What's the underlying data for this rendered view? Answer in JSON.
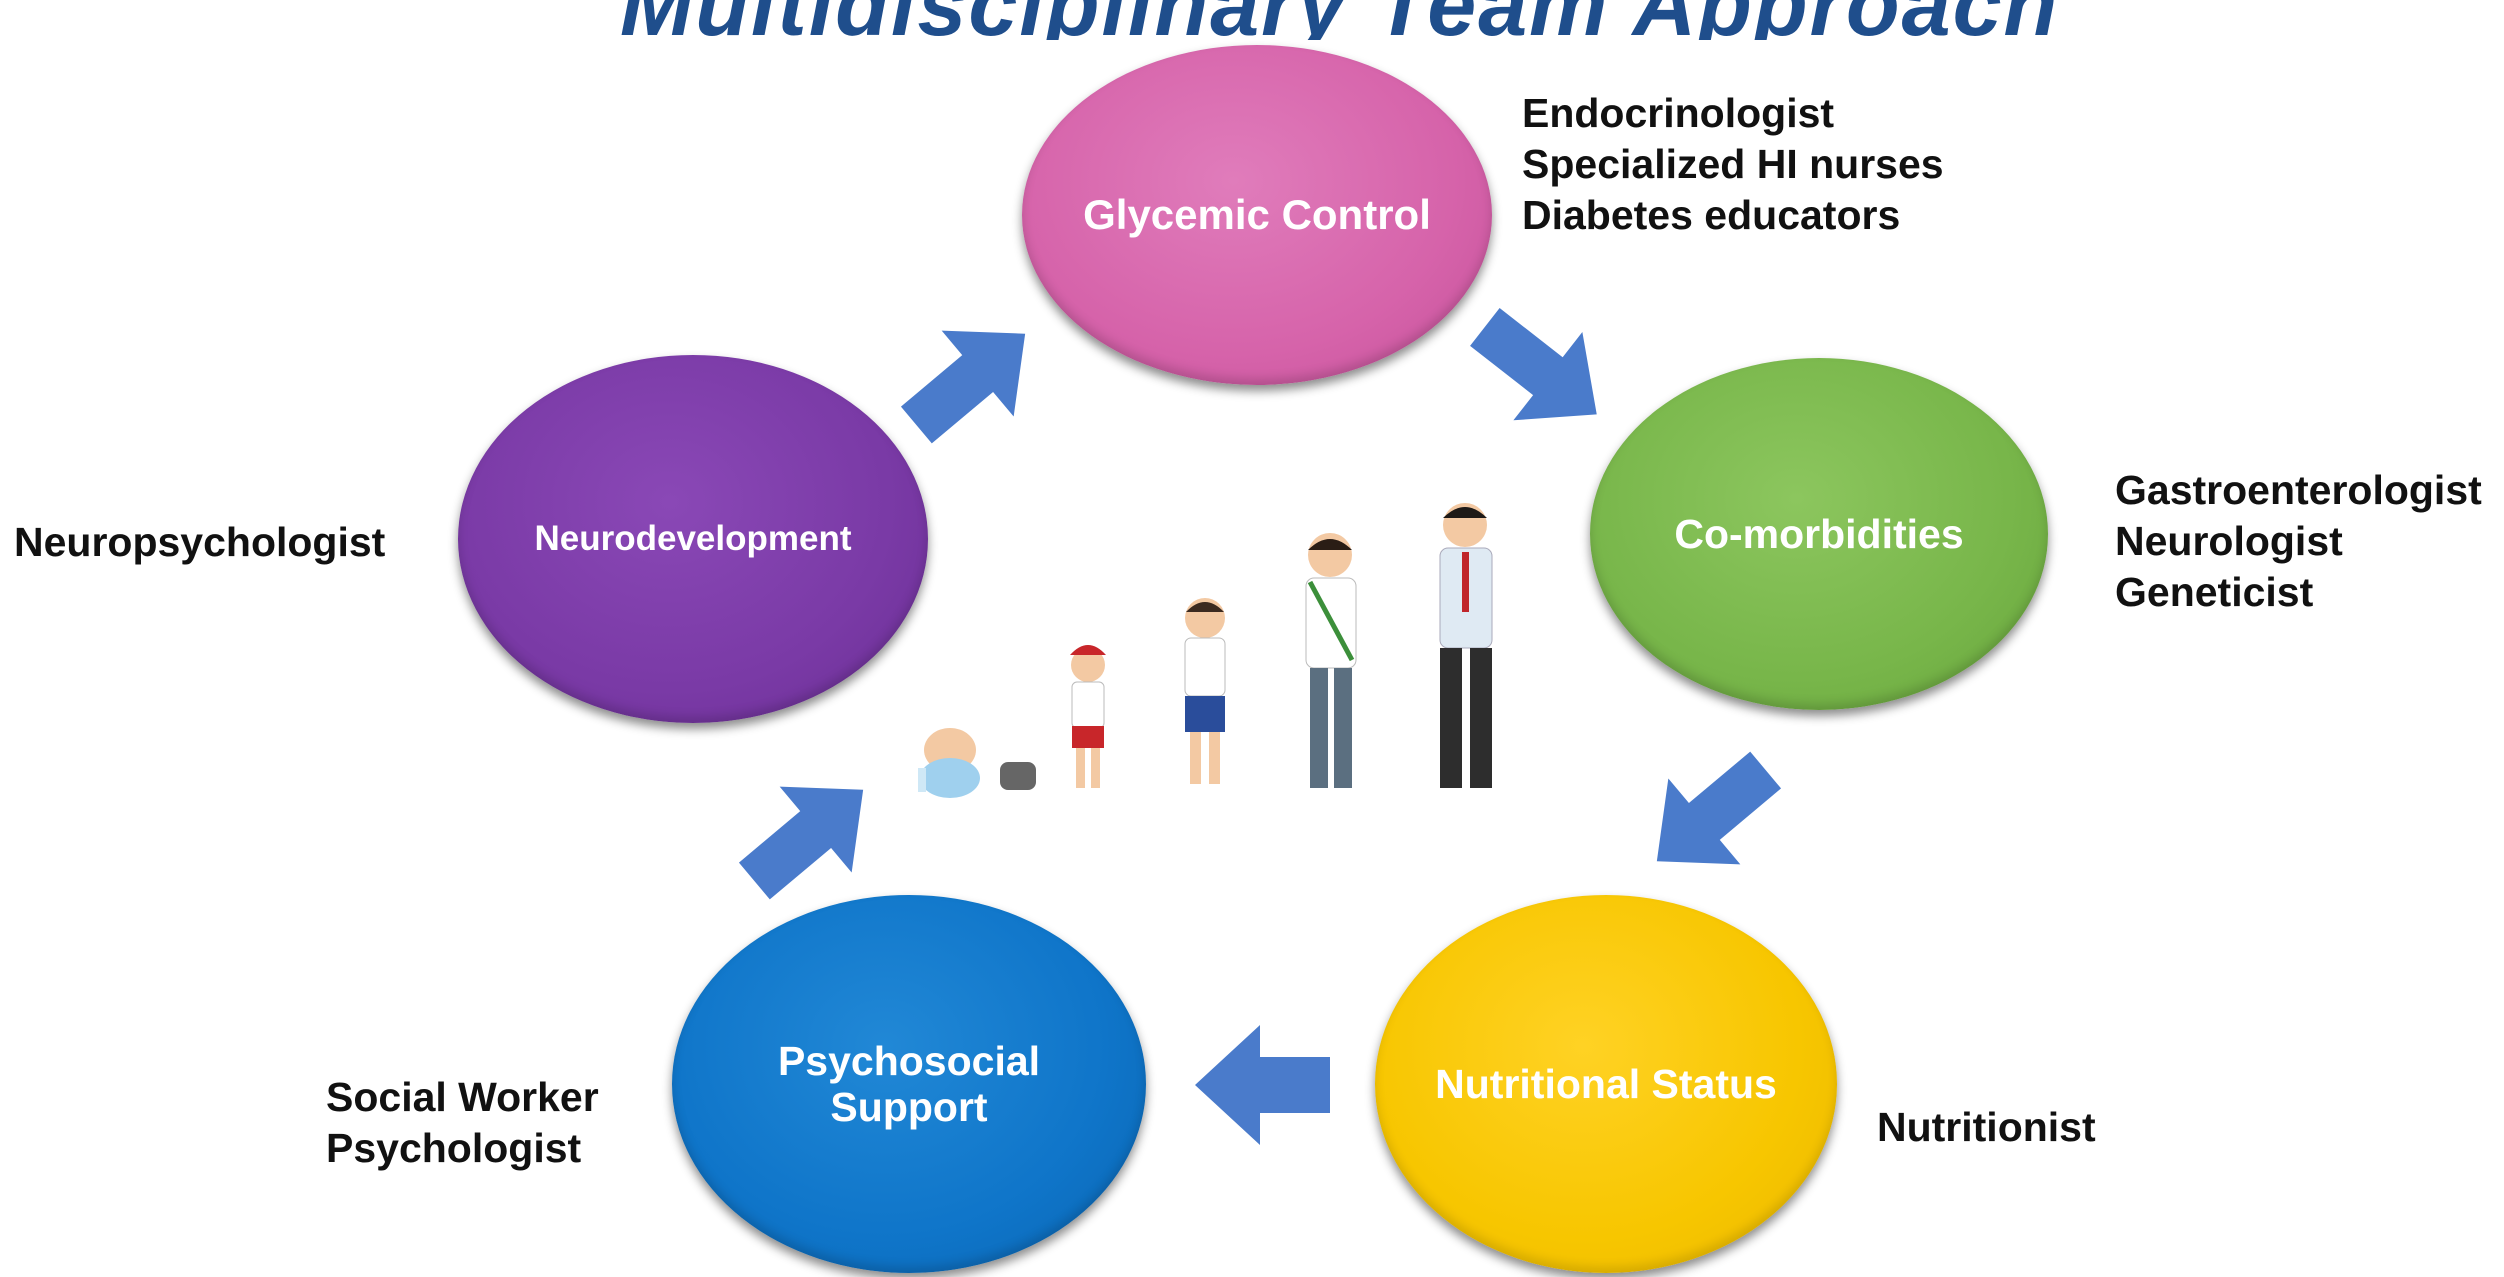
{
  "partial_title": "Multidisciplinary Team Approach",
  "colors": {
    "arrow": "#4a7bcb",
    "glycemic": "#d966ac",
    "comorbidities": "#7dbb4e",
    "nutritional": "#f6c600",
    "psychosocial": "#0f75c9",
    "neurodevelopment": "#7a3aa6"
  },
  "nodes": [
    {
      "id": "glycemic",
      "label": "Glycemic Control",
      "team": [
        "Endocrinologist",
        "Specialized HI nurses",
        "Diabetes educators"
      ]
    },
    {
      "id": "comorbidities",
      "label": "Co-morbidities",
      "team": [
        "Gastroenterologist",
        "Neurologist",
        "Geneticist"
      ]
    },
    {
      "id": "nutritional",
      "label": "Nutritional Status",
      "team": [
        "Nutritionist"
      ]
    },
    {
      "id": "psychosocial",
      "label": "Psychosocial Support",
      "team": [
        "Social Worker",
        "Psychologist"
      ]
    },
    {
      "id": "neurodevelopment",
      "label": "Neurodevelopment",
      "team": [
        "Neuropsychologist"
      ]
    }
  ],
  "icons": [
    "right-up-arrow-icon",
    "right-down-arrow-icon",
    "down-left-arrow-icon",
    "left-arrow-icon",
    "up-right-arrow-icon",
    "growth-stages-figures"
  ]
}
